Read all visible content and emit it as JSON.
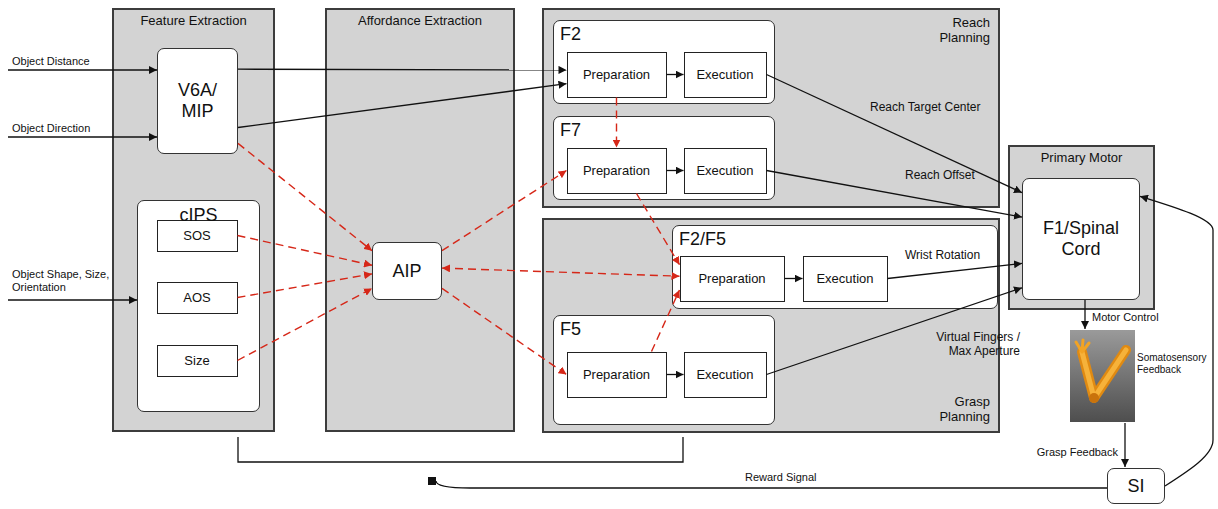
{
  "diagram": {
    "nodes": [
      {
        "text": [
          "Feature Extraction"
        ]
      },
      {
        "text": [
          "V6A/ MIP"
        ],
        "in": 0
      },
      {
        "text": [
          "cIPS"
        ],
        "in": 0
      },
      {
        "text": [
          "SOS"
        ],
        "in": 2
      },
      {
        "text": [
          "AOS"
        ],
        "in": 2
      },
      {
        "text": [
          "Size"
        ],
        "in": 2
      },
      {
        "text": [
          "Affordance Extraction"
        ]
      },
      {
        "text": [
          "AIP"
        ],
        "in": 6
      },
      {
        "text": [
          "Reach Planning"
        ]
      },
      {
        "text": [
          "F2"
        ],
        "in": 8
      },
      {
        "text": [
          "Preparation"
        ],
        "in": 9
      },
      {
        "text": [
          "Execution"
        ],
        "in": 9
      },
      {
        "text": [
          "F7"
        ],
        "in": 8
      },
      {
        "text": [
          "Preparation"
        ],
        "in": 12
      },
      {
        "text": [
          "Execution"
        ],
        "in": 12
      },
      {
        "text": [
          "Grasp Planning"
        ]
      },
      {
        "text": [
          "F2/F5"
        ],
        "in": 15
      },
      {
        "text": [
          "Preparation"
        ],
        "in": 16
      },
      {
        "text": [
          "Execution"
        ],
        "in": 16
      },
      {
        "text": [
          "F5"
        ],
        "in": 15
      },
      {
        "text": [
          "Preparation"
        ],
        "in": 19
      },
      {
        "text": [
          "Execution"
        ],
        "in": 19
      },
      {
        "text": [
          "Primary Motor"
        ]
      },
      {
        "text": [
          "F1/Spinal Cord"
        ],
        "in": 22
      },
      {
        "text": [
          "SI"
        ]
      }
    ],
    "edges": [
      {
        "from": 1,
        "to": 10,
        "arrow": "to"
      },
      {
        "from": 1,
        "to": 10,
        "arrow": "to"
      },
      {
        "from": 1,
        "to": 7,
        "arrow": "to"
      },
      {
        "from": 3,
        "to": 7,
        "arrow": "to"
      },
      {
        "from": 4,
        "to": 7,
        "arrow": "to"
      },
      {
        "from": 5,
        "to": 7,
        "arrow": "to"
      },
      {
        "from": 7,
        "to": 13,
        "arrow": "to"
      },
      {
        "from": 7,
        "to": 17,
        "arrow": "both"
      },
      {
        "from": 7,
        "to": 20,
        "arrow": "to"
      },
      {
        "from": 10,
        "to": 13,
        "arrow": "to"
      },
      {
        "from": 13,
        "to": 17,
        "arrow": "to"
      },
      {
        "from": 20,
        "to": 17,
        "arrow": "to"
      },
      {
        "from": 10,
        "to": 11,
        "arrow": "to"
      },
      {
        "from": 13,
        "to": 14,
        "arrow": "to"
      },
      {
        "from": 17,
        "to": 18,
        "arrow": "to"
      },
      {
        "from": 20,
        "to": 21,
        "arrow": "to"
      },
      {
        "from": 11,
        "to": 23,
        "label": "Reach Target Center",
        "arrow": "to"
      },
      {
        "from": 14,
        "to": 23,
        "label": "Reach Offset",
        "arrow": "to"
      },
      {
        "from": 18,
        "to": 23,
        "label": "Wrist Rotation",
        "arrow": "to"
      },
      {
        "from": 21,
        "to": 23,
        "label": "Virtual Fingers / Max Aperture",
        "arrow": "to"
      },
      {
        "from": 24,
        "to": 23,
        "arrow": "to"
      }
    ],
    "labels": [
      "Object Distance",
      "Object Direction",
      "Object Shape, Size, Orientation",
      "Motor Control",
      "Somatosensory Feedback",
      "Grasp Feedback",
      "Reward Signal"
    ]
  }
}
